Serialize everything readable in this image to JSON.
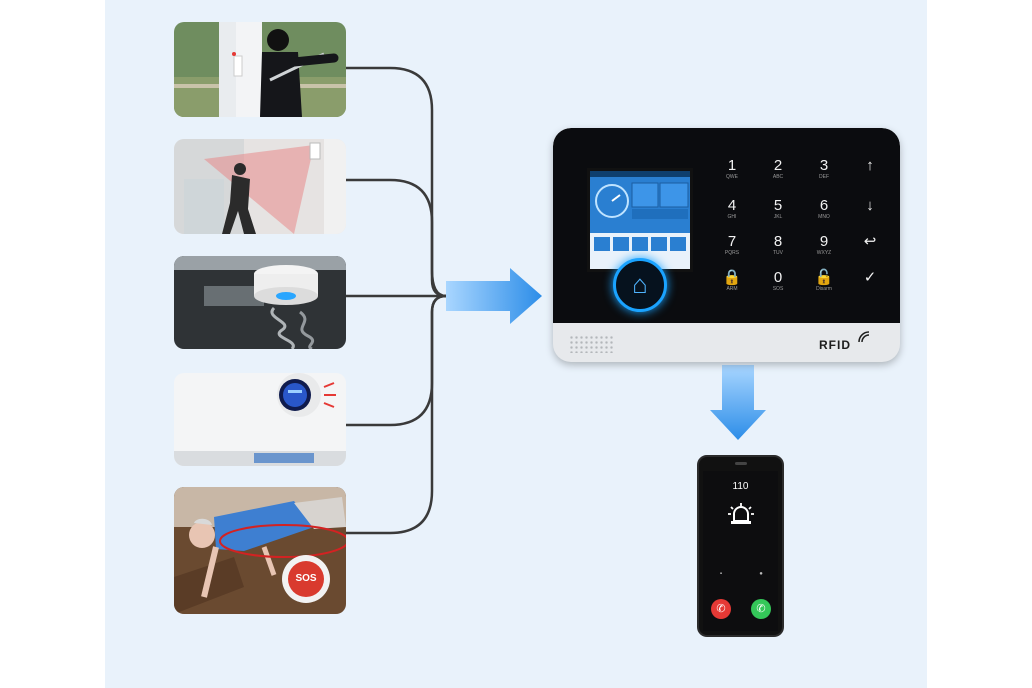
{
  "panel": {
    "keys": [
      {
        "k": "1",
        "s": "QWE"
      },
      {
        "k": "2",
        "s": "ABC"
      },
      {
        "k": "3",
        "s": "DEF"
      },
      {
        "k": "↑",
        "s": ""
      },
      {
        "k": "4",
        "s": "GHI"
      },
      {
        "k": "5",
        "s": "JKL"
      },
      {
        "k": "6",
        "s": "MNO"
      },
      {
        "k": "↓",
        "s": ""
      },
      {
        "k": "7",
        "s": "PQRS"
      },
      {
        "k": "8",
        "s": "TUV"
      },
      {
        "k": "9",
        "s": "WXYZ"
      },
      {
        "k": "↩",
        "s": ""
      },
      {
        "k": "🔒",
        "s": "ARM"
      },
      {
        "k": "0",
        "s": "SOS"
      },
      {
        "k": "🔓",
        "s": "Disarm"
      },
      {
        "k": "✓",
        "s": ""
      }
    ],
    "brand": "RFID",
    "home_icon": "house-icon",
    "screen_color": "#2a7fd1"
  },
  "phone": {
    "number": "110",
    "alarm_icon": "siren-icon",
    "end_icon": "phone-hangup-icon",
    "answer_icon": "phone-answer-icon"
  },
  "sos_button": {
    "label": "SOS"
  },
  "colors": {
    "background": "#e9f2fb",
    "arrow": "#2c8de8",
    "connector": "#3a3a3a"
  },
  "tiles": [
    {
      "icon": "door-sensor-intruder-icon"
    },
    {
      "icon": "motion-sensor-intruder-icon"
    },
    {
      "icon": "smoke-detector-icon"
    },
    {
      "icon": "gas-detector-icon"
    },
    {
      "icon": "sos-panic-button-icon"
    }
  ]
}
